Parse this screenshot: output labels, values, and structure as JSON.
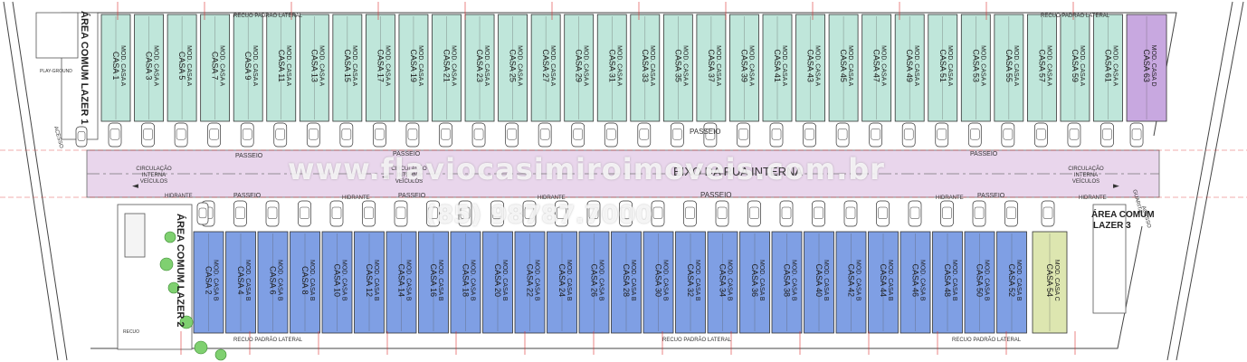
{
  "top_houses": {
    "names": [
      "CASA 1",
      "CASA 3",
      "CASA 5",
      "CASA 7",
      "CASA 9",
      "CASA 11",
      "CASA 13",
      "CASA 15",
      "CASA 17",
      "CASA 19",
      "CASA 21",
      "CASA 23",
      "CASA 25",
      "CASA 27",
      "CASA 29",
      "CASA 31",
      "CASA 33",
      "CASA 35",
      "CASA 37",
      "CASA 39",
      "CASA 41",
      "CASA 43",
      "CASA 45",
      "CASA 47",
      "CASA 49",
      "CASA 51",
      "CASA 53",
      "CASA 55",
      "CASA 57",
      "CASA 59",
      "CASA 61"
    ],
    "model": "MOD. CASA A",
    "color": "#bfe6da"
  },
  "top_special": {
    "name": "CASA 63",
    "model": "MOD. CASA D",
    "color": "#c8a8e0"
  },
  "bottom_houses": {
    "names": [
      "CASA 2",
      "CASA 4",
      "CASA 6",
      "CASA 8",
      "CASA 10",
      "CASA 12",
      "CASA 14",
      "CASA 16",
      "CASA 18",
      "CASA 20",
      "CASA 22",
      "CASA 24",
      "CASA 26",
      "CASA 28",
      "CASA 30",
      "CASA 32",
      "CASA 34",
      "CASA 36",
      "CASA 38",
      "CASA 40",
      "CASA 42",
      "CASA 44",
      "CASA 46",
      "CASA 48",
      "CASA 50",
      "CASA 52"
    ],
    "model": "MOD. CASA B",
    "color": "#7f9fe4"
  },
  "bottom_special": {
    "name": "CASA 54",
    "model": "MOD. CASA C",
    "color": "#dde6b0"
  },
  "labels": {
    "street_axis": "EIXO DA RUA INTERNA",
    "passeio": "PASSEIO",
    "hidrante": "HIDRANTE",
    "circulation": [
      "CIRCULAÇÃO",
      "INTERNA",
      "VEÍCULOS"
    ],
    "leisure_1": "ÁREA COMUM LAZER 1",
    "leisure_2": "ÁREA COMUM LAZER 2",
    "leisure_3": [
      "ÁREA COMUM",
      "LAZER 3"
    ],
    "playground": "PLAY-GROUND",
    "recuo_top": "RECUO PADRÃO LATERAL",
    "recuo_bottom": "RECUO PADRÃO LATERAL",
    "recuo": "RECUO",
    "acesso": "ACESSO",
    "guarita": "GUARITA"
  },
  "watermark": {
    "url": "www.flaviocasimiroimoveis.com.br",
    "phone": "(85) 98787.7000"
  },
  "colors": {
    "road": "#e9d6ec",
    "sidewalk": "#ffffff",
    "outline": "#3c3c3c",
    "dim": "#d33"
  }
}
